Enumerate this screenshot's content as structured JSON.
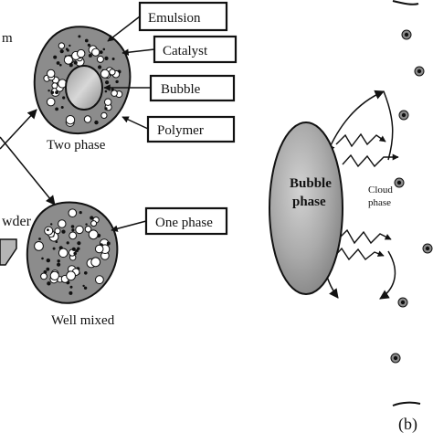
{
  "left_panel": {
    "cut_text_top": "m",
    "cut_text_powder": "wder",
    "top_particle_caption": "Two phase",
    "bottom_particle_caption": "Well mixed",
    "callouts": {
      "emulsion": "Emulsion",
      "catalyst": "Catalyst",
      "bubble": "Bubble",
      "polymer": "Polymer",
      "one_phase": "One phase"
    }
  },
  "right_panel": {
    "bubble_label_line1": "Bubble",
    "bubble_label_line2": "phase",
    "cloud_label_line1": "Cloud",
    "cloud_label_line2": "phase",
    "panel_letter": "(b)"
  },
  "colors": {
    "ink": "#111111",
    "particle_fill": "#8c8c8c",
    "bubble_gray": "#a9a9a9",
    "catalyst_fill": "#ffffff"
  }
}
